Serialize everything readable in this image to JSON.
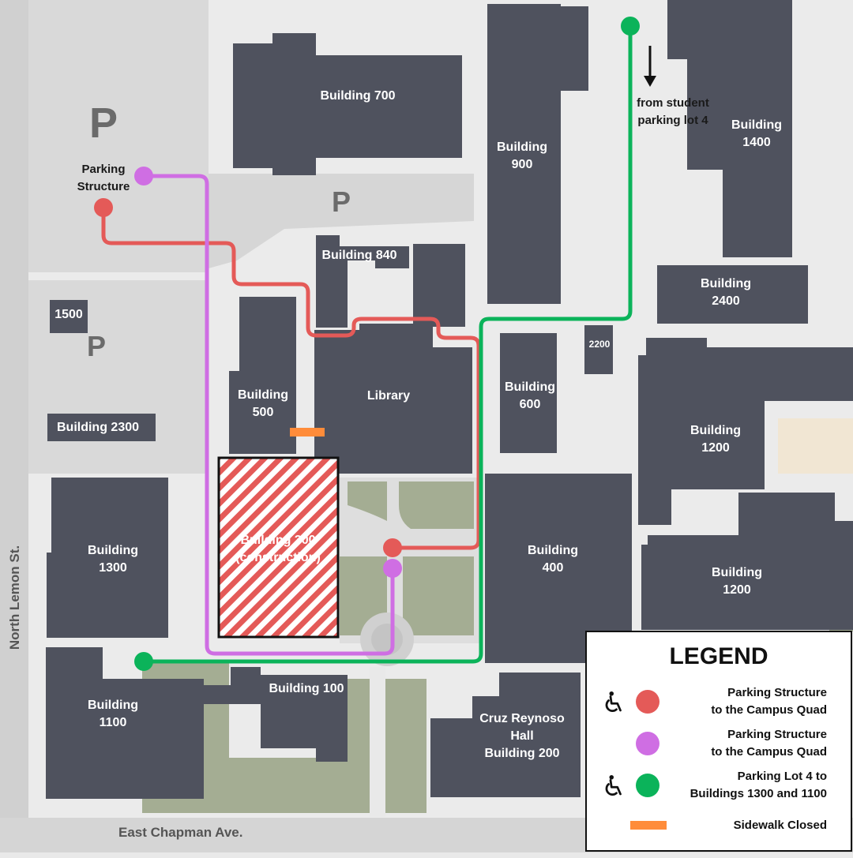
{
  "map": {
    "colors": {
      "route_accessible_red": "#e45a58",
      "route_purple": "#cf6ee3",
      "route_green": "#0bb35a",
      "sidewalk_closed": "#ff8c3a",
      "building": "#4f525e",
      "quad_lawn": "#a4ad93"
    },
    "buildings": {
      "b700": "Building 700",
      "b900": [
        "Building",
        "900"
      ],
      "b1400": [
        "Building",
        "1400"
      ],
      "b840": "Building 840",
      "b2400": [
        "Building",
        "2400"
      ],
      "b1500": "1500",
      "b2200": "2200",
      "b500": [
        "Building",
        "500"
      ],
      "library": "Library",
      "b600": [
        "Building",
        "600"
      ],
      "b1200_upper": [
        "Building",
        "1200"
      ],
      "b2300": "Building 2300",
      "b1300": [
        "Building",
        "1300"
      ],
      "b300": [
        "Building 300",
        "(construction)"
      ],
      "b400": [
        "Building",
        "400"
      ],
      "b1200_lower": [
        "Building",
        "1200"
      ],
      "b1100": [
        "Building",
        "1100"
      ],
      "b100": "Building 100",
      "b200": [
        "Cruz Reynoso",
        "Hall",
        "Building 200"
      ]
    },
    "parking_markers": [
      "P",
      "P",
      "P"
    ],
    "labels": {
      "parking_structure": [
        "Parking",
        "Structure"
      ],
      "from_lot4": [
        "from student",
        "parking lot 4"
      ]
    },
    "streets": {
      "north_lemon": "North Lemon St.",
      "east_chapman": "East Chapman Ave."
    },
    "icons": [
      "wheelchair-icon",
      "down-arrow-icon",
      "hatched-construction-area"
    ]
  },
  "legend": {
    "title": "LEGEND",
    "items": [
      {
        "lines": [
          "Parking Structure",
          "to the Campus Quad"
        ],
        "color": "#e45a58",
        "accessible": true,
        "icon": "wheelchair-icon"
      },
      {
        "lines": [
          "Parking Structure",
          "to the Campus Quad"
        ],
        "color": "#cf6ee3",
        "accessible": false
      },
      {
        "lines": [
          "Parking Lot 4 to",
          "Buildings 1300 and 1100"
        ],
        "color": "#0bb35a",
        "accessible": true,
        "icon": "wheelchair-icon"
      },
      {
        "lines": [
          "Sidewalk Closed"
        ],
        "color": "#ff8c3a",
        "type": "bar"
      }
    ]
  }
}
